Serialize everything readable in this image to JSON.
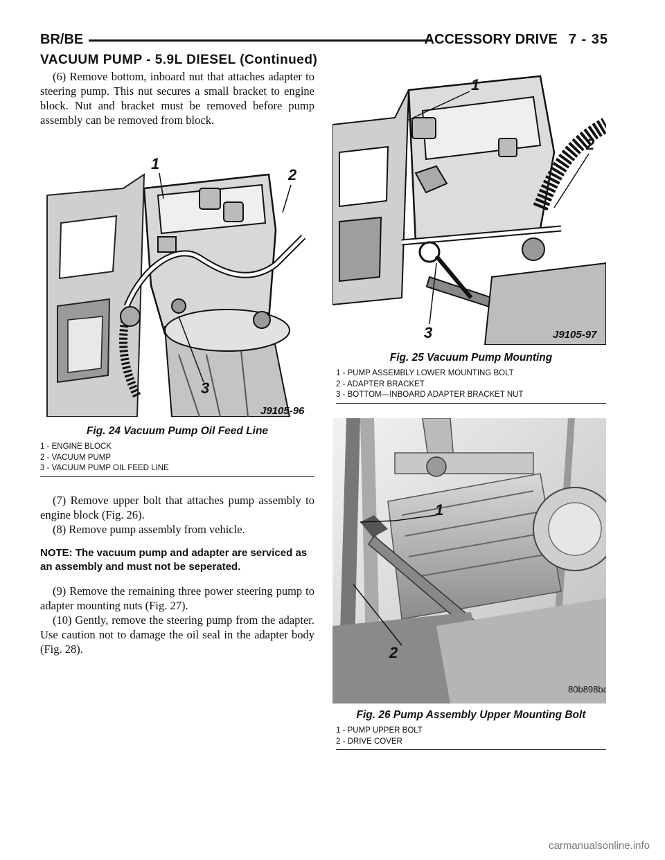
{
  "header": {
    "left": "BR/BE",
    "right": "ACCESSORY DRIVE",
    "page": "7 - 35"
  },
  "section_title": "VACUUM PUMP - 5.9L DIESEL (Continued)",
  "left_column": {
    "step6": "(6) Remove bottom, inboard nut that attaches adapter to steering pump. This nut secures a small bracket to engine block. Nut and bracket must be removed before pump assembly can be removed from block.",
    "step7": "(7) Remove upper bolt that attaches pump assembly to engine block (Fig. 26).",
    "step8": "(8) Remove pump assembly from vehicle.",
    "note": "NOTE: The vacuum pump and adapter are serviced as an assembly and must not be seperated.",
    "step9": "(9) Remove the remaining three power steering pump to adapter mounting nuts (Fig. 27).",
    "step10": "(10) Gently, remove the steering pump from the adapter. Use caution not to damage the oil seal in the adapter body (Fig. 28)."
  },
  "fig24": {
    "code": "J9105-96",
    "callouts": [
      "1",
      "2",
      "3"
    ],
    "caption": "Fig. 24 Vacuum Pump Oil Feed Line",
    "legend": [
      "1 - ENGINE BLOCK",
      "2 - VACUUM PUMP",
      "3 - VACUUM PUMP OIL FEED LINE"
    ]
  },
  "fig25": {
    "code": "J9105-97",
    "callouts": [
      "1",
      "2",
      "3"
    ],
    "caption": "Fig. 25 Vacuum Pump Mounting",
    "legend": [
      "1 - PUMP ASSEMBLY LOWER MOUNTING BOLT",
      "2 - ADAPTER BRACKET",
      "3 - BOTTOM—INBOARD ADAPTER BRACKET NUT"
    ]
  },
  "fig26": {
    "code": "80b898ba",
    "callouts": [
      "1",
      "2"
    ],
    "caption": "Fig. 26 Pump Assembly Upper Mounting Bolt",
    "legend": [
      "1 - PUMP UPPER BOLT",
      "2 - DRIVE COVER"
    ]
  },
  "footer": "carmanualsonline.info"
}
